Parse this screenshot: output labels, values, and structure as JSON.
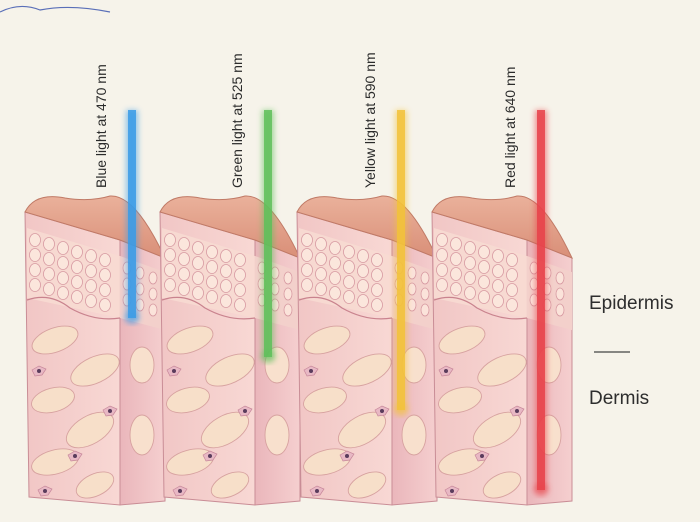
{
  "beams": [
    {
      "label": "Blue light at 470 nm",
      "color": "#3a9be6",
      "depth": "epidermis"
    },
    {
      "label": "Green light at 525 nm",
      "color": "#5fbf5a",
      "depth": "dermis-upper"
    },
    {
      "label": "Yellow light at 590 nm",
      "color": "#f2c23a",
      "depth": "dermis-mid"
    },
    {
      "label": "Red light at 640 nm",
      "color": "#e8424a",
      "depth": "dermis-deep"
    }
  ],
  "layers": {
    "epidermis": "Epidermis",
    "dermis": "Dermis"
  },
  "colors": {
    "skin_top": "#e7a38c",
    "skin_side": "#f1c3c3",
    "epidermis_band": "#f6d6cf",
    "dermis_bg": "#f4cfd0",
    "cell_fill": "#f7dccb",
    "background": "#f6f3ea"
  }
}
